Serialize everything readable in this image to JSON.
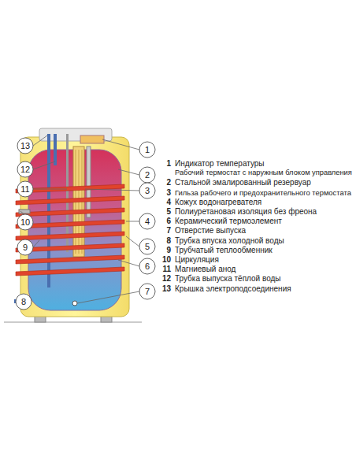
{
  "diagram": {
    "labels": [
      "13",
      "12",
      "11",
      "10",
      "9",
      "8",
      "1",
      "2",
      "3",
      "4",
      "5",
      "6",
      "7",
      "1",
      "Индикатор температуры",
      "Рабочий термостат с наружным блоком управления",
      "2",
      "Стальной эмалированный резервуар",
      "3",
      "Гильза рабочего и предохранительного термостата",
      "4",
      "Кожух водонагревателя",
      "5",
      "Полиуретановая изоляция без фреона",
      "6",
      "Керамический термоэлемент",
      "7",
      "Отверстие выпуска",
      "8",
      "Трубка впуска холодной воды",
      "9",
      "Трубчатый теплообменник",
      "10",
      "Циркуляция",
      "11",
      "Магниевый анод",
      "12",
      "Трубка выпуска тёплой воды",
      "13",
      "Крышка электроподсоединения"
    ]
  }
}
